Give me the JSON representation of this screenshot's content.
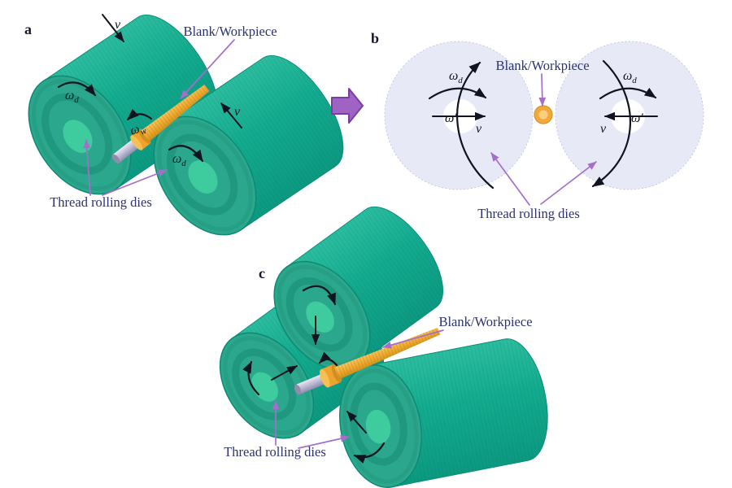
{
  "panels": {
    "a": {
      "letter": "a"
    },
    "b": {
      "letter": "b"
    },
    "c": {
      "letter": "c"
    }
  },
  "labels": {
    "blank_workpiece": "Blank/Workpiece",
    "thread_rolling_dies": "Thread rolling dies"
  },
  "symbols": {
    "omega": "ω",
    "die_subscript": "d",
    "workpiece_subscript": "w",
    "omega_prime": "ω′",
    "velocity": "v"
  },
  "colors": {
    "die_green": "#12ab8f",
    "die_face_teal": "#2aa78c",
    "die_hub_light": "#3ecb9e",
    "workpiece_orange": "#f0ad3d",
    "shank_silver": "#c3c1da",
    "schematic_disc_lavender": "#e7eaf6",
    "label_navy": "#2c3270",
    "annotation_purple": "#a46ec9",
    "block_arrow_purple": "#9f63c4",
    "arrow_black": "#10141f"
  }
}
